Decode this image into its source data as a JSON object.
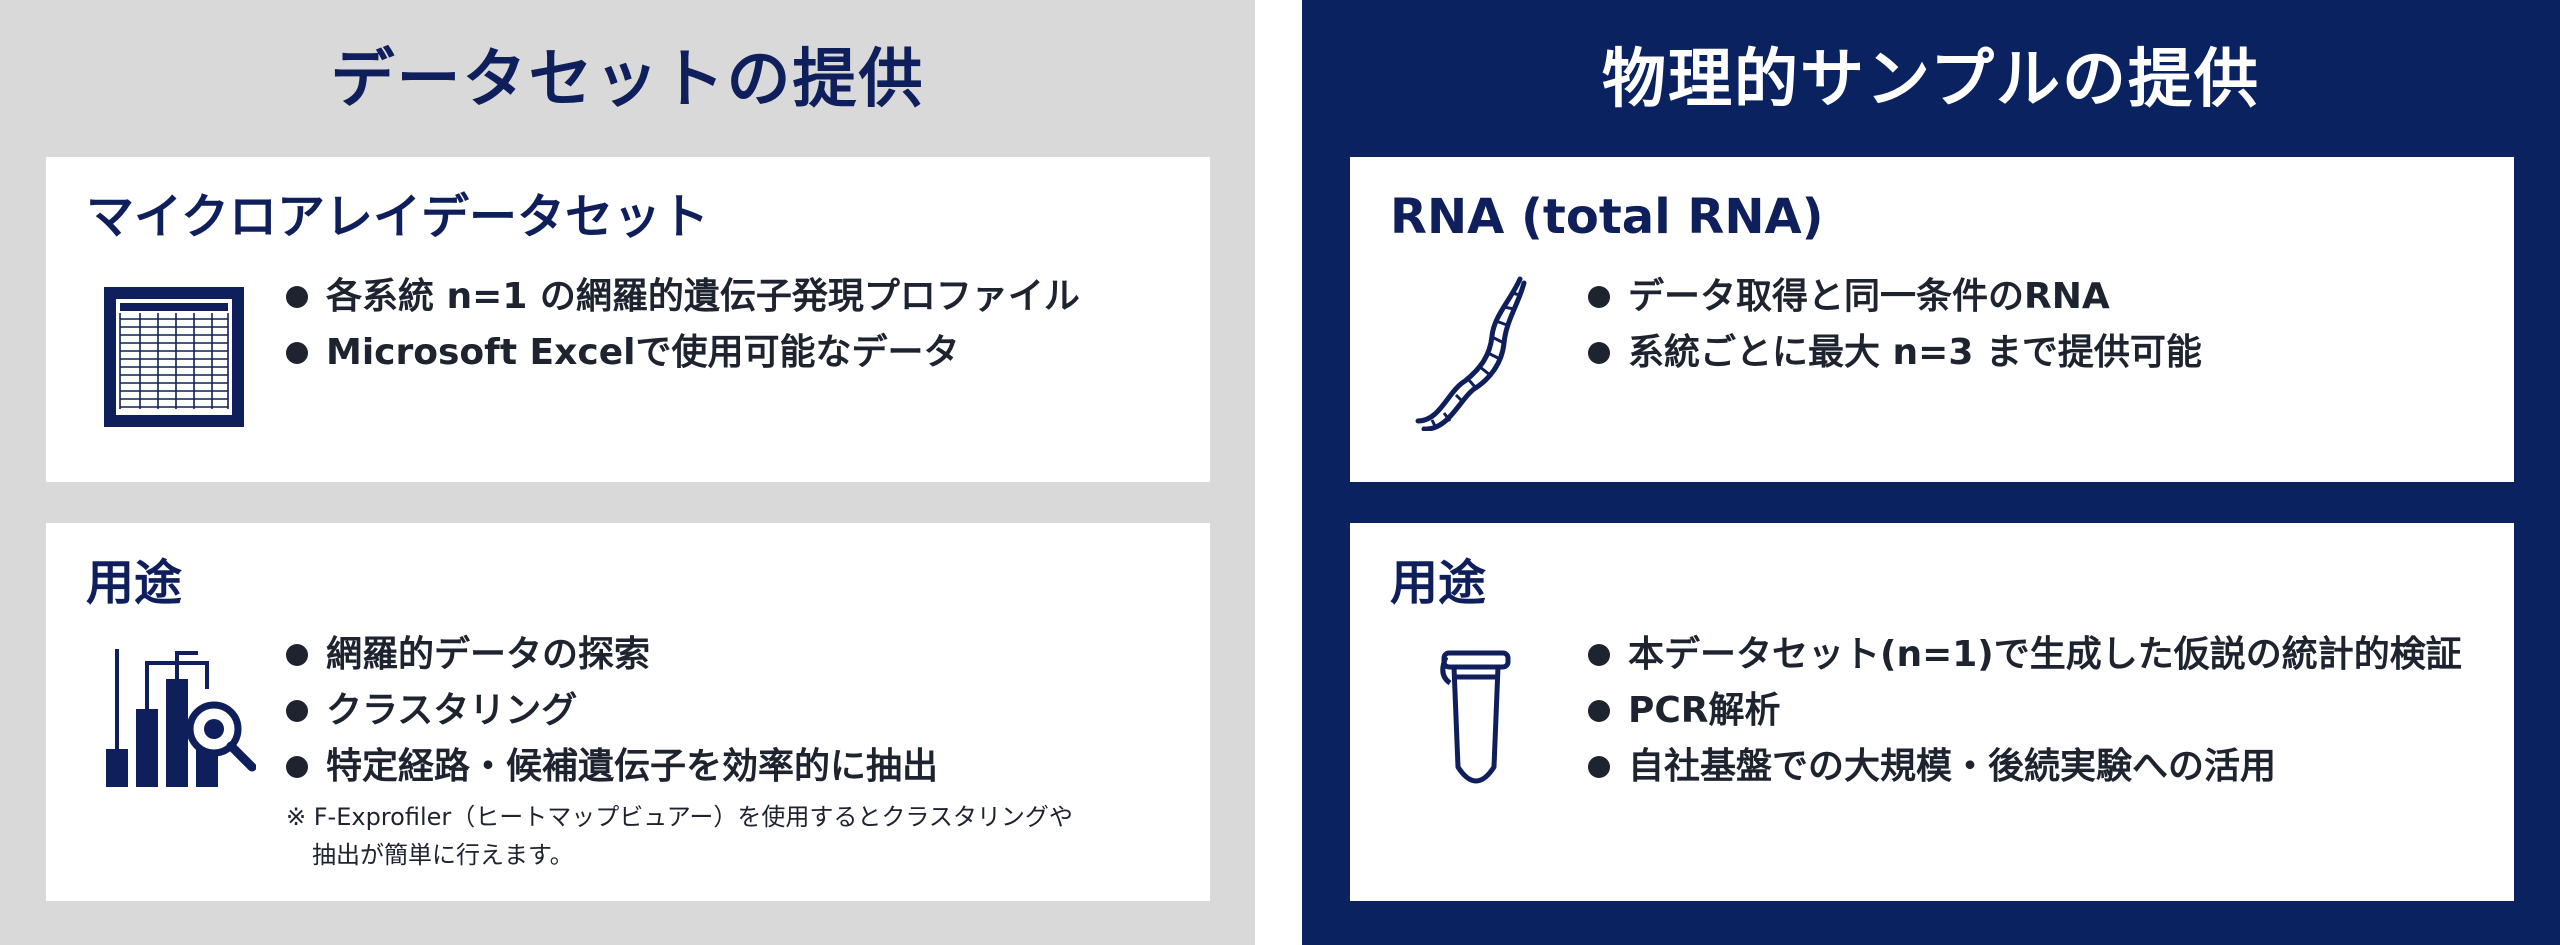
{
  "dataset_panel": {
    "title": "データセットの提供",
    "card1": {
      "title": "マイクロアレイデータセット",
      "bullets": [
        "各系統 n=1 の網羅的遺伝子発現プロファイル",
        "Microsoft Excelで使用可能なデータ"
      ]
    },
    "card2": {
      "title": "用途",
      "bullets": [
        "網羅的データの探索",
        "クラスタリング",
        "特定経路・候補遺伝子を効率的に抽出"
      ],
      "note_line1": "※ F-Exprofiler（ヒートマップビュアー）を使用するとクラスタリングや",
      "note_line2": "抽出が簡単に行えます。"
    }
  },
  "sample_panel": {
    "title": "物理的サンプルの提供",
    "card1": {
      "title": "RNA (total RNA)",
      "bullets": [
        "データ取得と同一条件のRNA",
        "系統ごとに最大 n=3 まで提供可能"
      ]
    },
    "card2": {
      "title": "用途",
      "bullets": [
        "本データセット(n=1)で生成した仮説の統計的検証",
        "PCR解析",
        "自社基盤での大規模・後続実験への活用"
      ]
    }
  },
  "icons": {
    "spreadsheet": "spreadsheet-icon",
    "analysis": "bar-chart-search-icon",
    "dna": "dna-helix-icon",
    "tube": "test-tube-icon"
  },
  "colors": {
    "navy": "#0a2260",
    "gray_bg": "#d9d9d9",
    "text_dark": "#1e2330"
  }
}
